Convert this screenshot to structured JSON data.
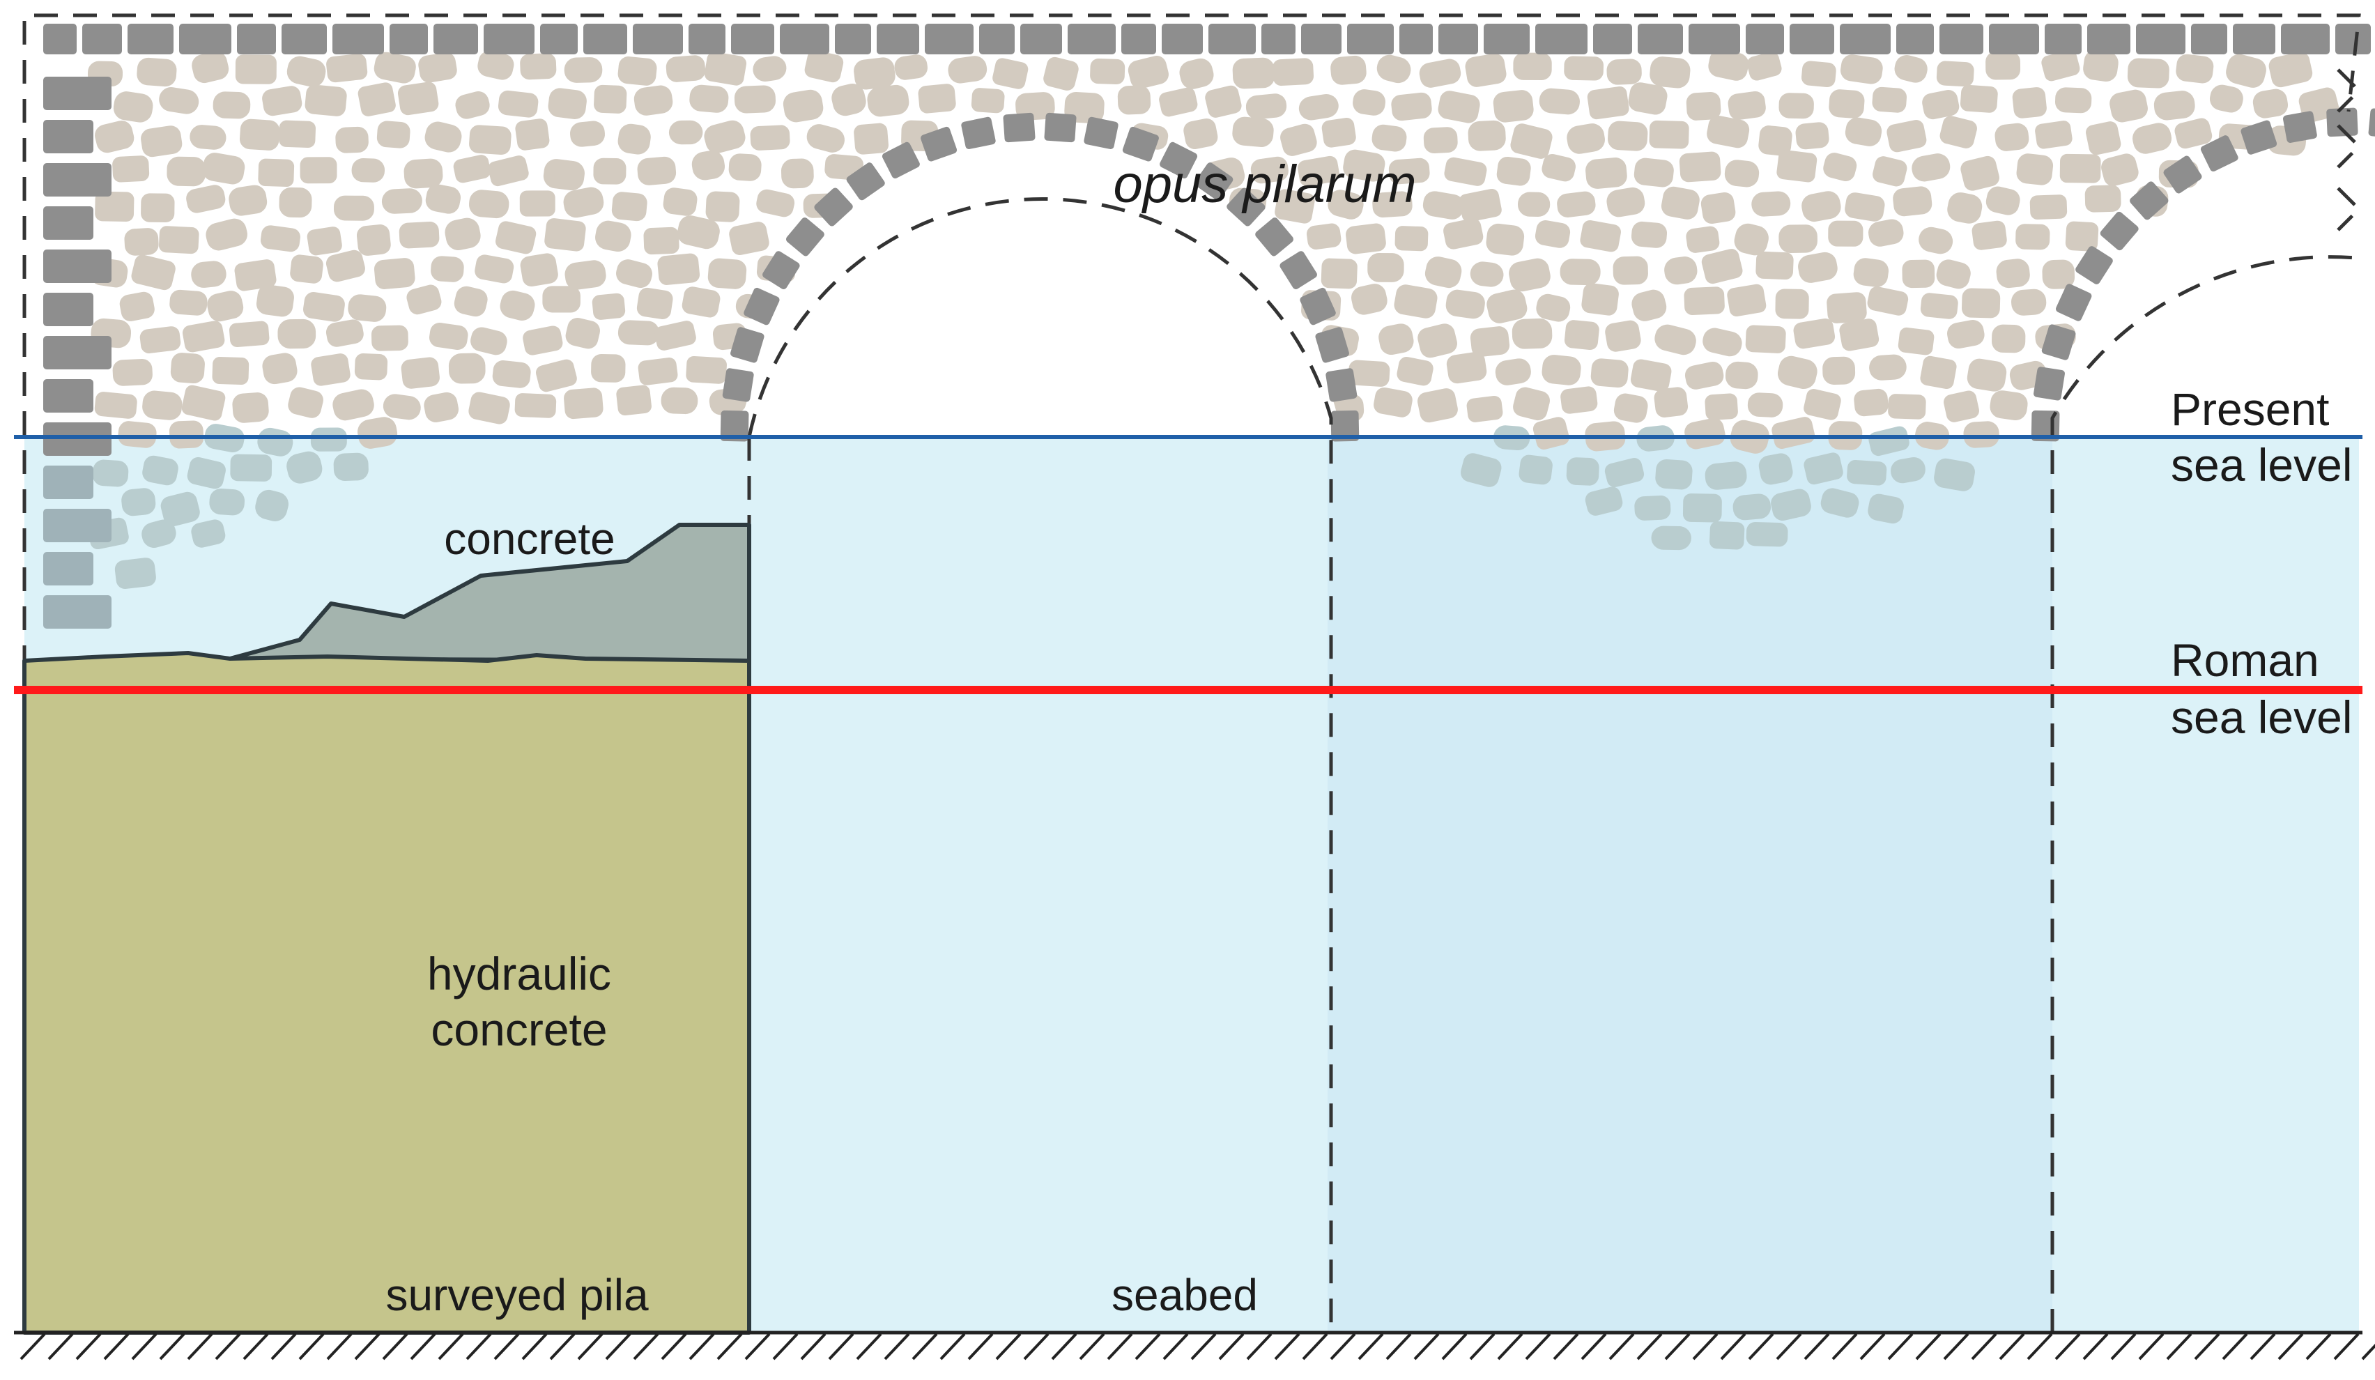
{
  "labels": {
    "opus": "opus pilarum",
    "present_1": "Present",
    "present_2": "sea level",
    "roman_1": "Roman",
    "roman_2": "sea level",
    "concrete": "concrete",
    "hydraulic_1": "hydraulic",
    "hydraulic_2": "concrete",
    "surveyed": "surveyed pila",
    "seabed": "seabed"
  },
  "colors": {
    "masonry_stone": "#d3cbc0",
    "block_stone": "#8e8e8e",
    "water": "#dcf2f8",
    "water_deep": "#d2ebf5",
    "present_sea_line": "#1f5fa8",
    "roman_sea_line": "#ff1a1a",
    "hydraulic_concrete": "#c5c58c",
    "concrete": "#a4b4ae",
    "outline": "#2e3b40"
  },
  "icons": {
    "ground": "hatched-ground-icon"
  }
}
